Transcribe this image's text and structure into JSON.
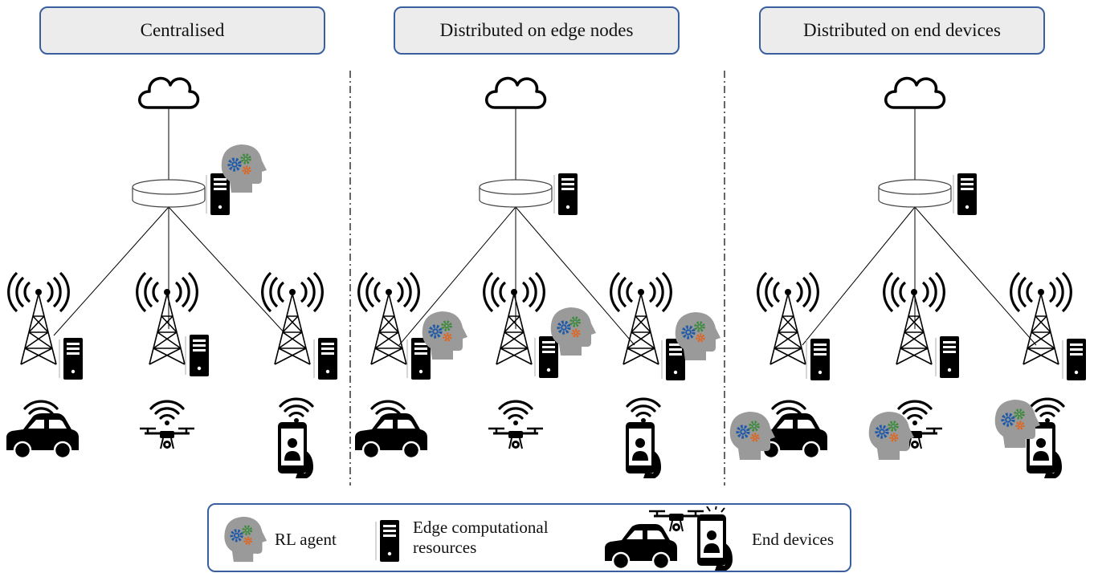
{
  "panels": [
    {
      "title": "Centralised",
      "agent_at": "cloud"
    },
    {
      "title": "Distributed on edge nodes",
      "agent_at": "edge"
    },
    {
      "title": "Distributed on end devices",
      "agent_at": "device"
    }
  ],
  "legend": {
    "rl_agent": "RL agent",
    "edge_resources": "Edge computational resources",
    "end_devices": "End devices"
  },
  "colors": {
    "frame_border": "#3a5f9e",
    "title_fill": "#ececec",
    "head": "#9a9a9a",
    "gear_blue": "#1f5aa8",
    "gear_green": "#3c8a3c",
    "gear_orange": "#e0651e"
  },
  "icons": [
    "cloud-icon",
    "router-icon",
    "server-icon",
    "cell-tower-icon",
    "car-icon",
    "drone-icon",
    "smartphone-icon",
    "rl-agent-head-icon"
  ]
}
